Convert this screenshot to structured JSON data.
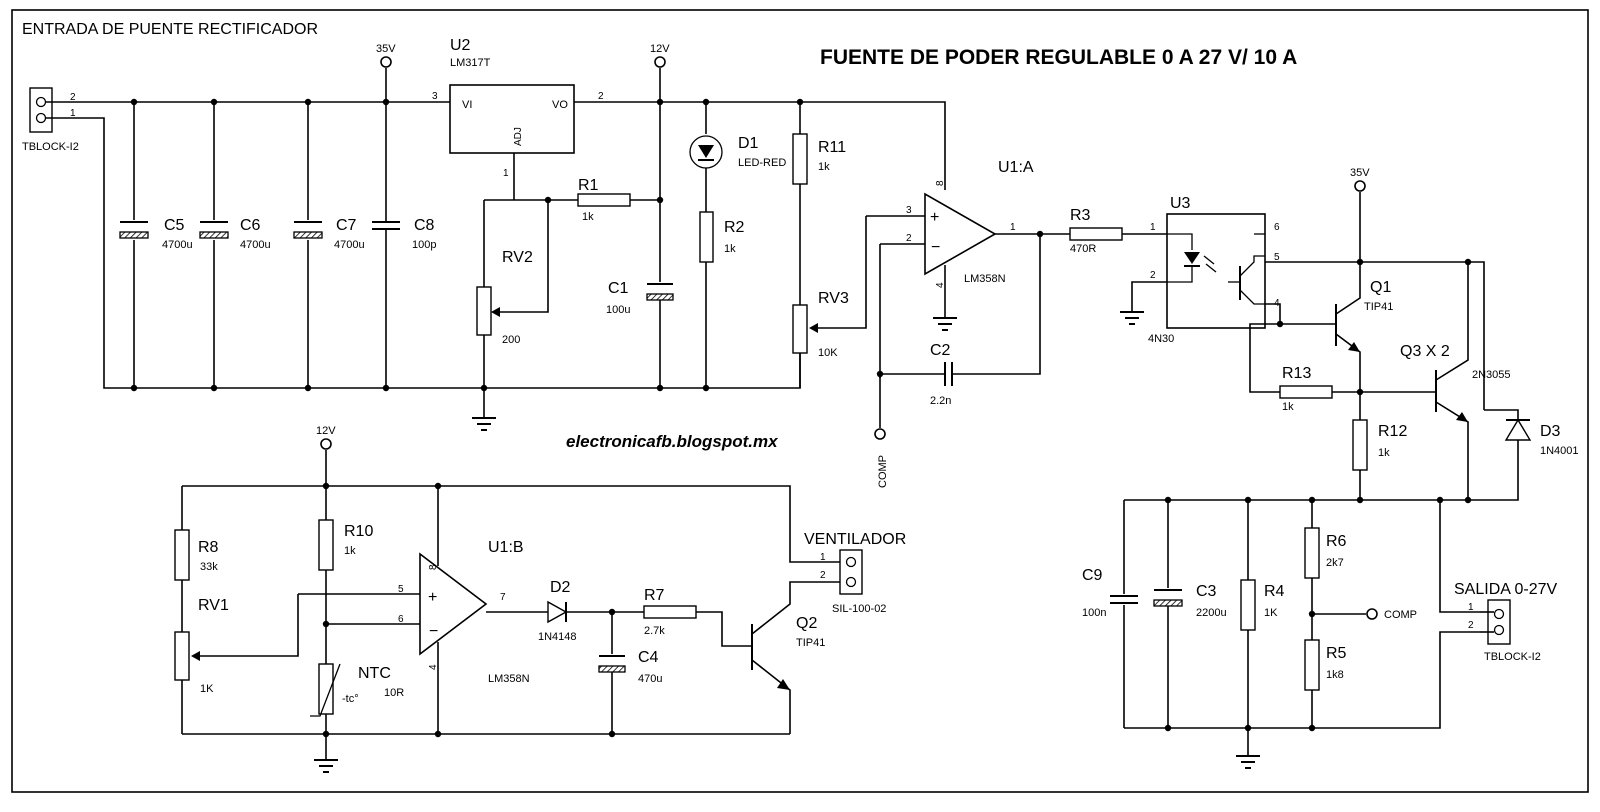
{
  "title": "FUENTE DE PODER REGULABLE 0 A 27 V/ 10 A",
  "header_label": "ENTRADA DE PUENTE RECTIFICADOR",
  "blog": "electronicafb.blogspot.mx",
  "rails": {
    "v35": "35V",
    "v12": "12V",
    "comp": "COMP"
  },
  "components": {
    "j1": {
      "ref": "TBLOCK-I2",
      "pin1": "1",
      "pin2": "2"
    },
    "j_out": {
      "ref": "SALIDA 0-27V",
      "type": "TBLOCK-I2",
      "pin1": "1",
      "pin2": "2"
    },
    "fan": {
      "ref": "VENTILADOR",
      "type": "SIL-100-02",
      "pin1": "1",
      "pin2": "2"
    },
    "u2": {
      "ref": "U2",
      "type": "LM317T",
      "vi": "VI",
      "vo": "VO",
      "adj": "ADJ",
      "p1": "1",
      "p2": "2",
      "p3": "3"
    },
    "u1a": {
      "ref": "U1:A",
      "type": "LM358N",
      "p1": "1",
      "p2": "2",
      "p3": "3",
      "p4": "4",
      "p8": "8"
    },
    "u1b": {
      "ref": "U1:B",
      "type": "LM358N",
      "p4": "4",
      "p5": "5",
      "p6": "6",
      "p7": "7",
      "p8": "8"
    },
    "u3": {
      "ref": "U3",
      "type": "4N30",
      "p1": "1",
      "p2": "2",
      "p4": "4",
      "p5": "5",
      "p6": "6"
    },
    "c5": {
      "ref": "C5",
      "val": "4700u"
    },
    "c6": {
      "ref": "C6",
      "val": "4700u"
    },
    "c7": {
      "ref": "C7",
      "val": "4700u"
    },
    "c8": {
      "ref": "C8",
      "val": "100p"
    },
    "c1": {
      "ref": "C1",
      "val": "100u"
    },
    "c2": {
      "ref": "C2",
      "val": "2.2n"
    },
    "c3": {
      "ref": "C3",
      "val": "2200u"
    },
    "c4": {
      "ref": "C4",
      "val": "470u"
    },
    "c9": {
      "ref": "C9",
      "val": "100n"
    },
    "r1": {
      "ref": "R1",
      "val": "1k"
    },
    "r2": {
      "ref": "R2",
      "val": "1k"
    },
    "r3": {
      "ref": "R3",
      "val": "470R"
    },
    "r4": {
      "ref": "R4",
      "val": "1K"
    },
    "r5": {
      "ref": "R5",
      "val": "1k8"
    },
    "r6": {
      "ref": "R6",
      "val": "2k7"
    },
    "r7": {
      "ref": "R7",
      "val": "2.7k"
    },
    "r8": {
      "ref": "R8",
      "val": "33k"
    },
    "r10": {
      "ref": "R10",
      "val": "1k"
    },
    "r11": {
      "ref": "R11",
      "val": "1k"
    },
    "r12": {
      "ref": "R12",
      "val": "1k"
    },
    "r13": {
      "ref": "R13",
      "val": "1k"
    },
    "rv1": {
      "ref": "RV1",
      "val": "1K"
    },
    "rv2": {
      "ref": "RV2",
      "val": "200"
    },
    "rv3": {
      "ref": "RV3",
      "val": "10K"
    },
    "d1": {
      "ref": "D1",
      "val": "LED-RED"
    },
    "d2": {
      "ref": "D2",
      "val": "1N4148"
    },
    "d3": {
      "ref": "D3",
      "val": "1N4001"
    },
    "q1": {
      "ref": "Q1",
      "val": "TIP41"
    },
    "q2": {
      "ref": "Q2",
      "val": "TIP41"
    },
    "q3": {
      "ref": "Q3 X 2",
      "val": "2N3055"
    },
    "ntc": {
      "ref": "NTC",
      "val": "10R",
      "tc": "-tc°"
    }
  }
}
